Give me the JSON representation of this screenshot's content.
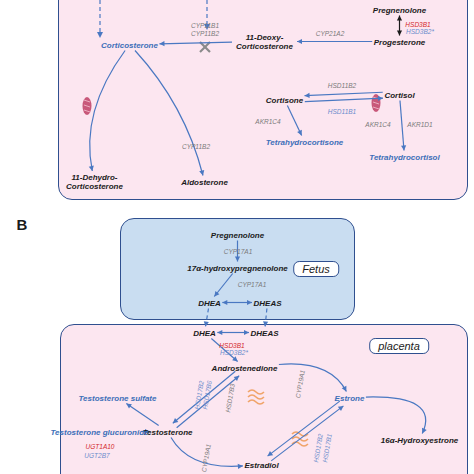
{
  "diagram": {
    "nodes": [
      {
        "text": []
      },
      {
        "text": [
          "Pregnenolone"
        ],
        "in": 0
      },
      {
        "text": [
          "Progesterone"
        ],
        "in": 0
      },
      {
        "text": [
          "11-Deoxy- Corticosterone"
        ],
        "in": 0
      },
      {
        "text": [
          "Corticosterone"
        ],
        "in": 0
      },
      {
        "text": [
          "Cortisone"
        ],
        "in": 0
      },
      {
        "text": [
          "Cortisol"
        ],
        "in": 0
      },
      {
        "text": [
          "Tetrahydrocortisone"
        ],
        "in": 0
      },
      {
        "text": [
          "Tetrahydrocortisol"
        ],
        "in": 0
      },
      {
        "text": [
          "11-Dehydro- Corticosterone"
        ],
        "in": 0
      },
      {
        "text": [
          "Aldosterone"
        ],
        "in": 0
      },
      {
        "text": [
          "Fetus"
        ]
      },
      {
        "text": [
          "Pregnenolone"
        ],
        "in": 11
      },
      {
        "text": [
          "17α-hydroxypregnenolone"
        ],
        "in": 11
      },
      {
        "text": [
          "DHEA"
        ],
        "in": 11
      },
      {
        "text": [
          "DHEAS"
        ],
        "in": 11
      },
      {
        "text": [
          "placenta"
        ]
      },
      {
        "text": [
          "DHEA"
        ],
        "in": 16
      },
      {
        "text": [
          "DHEAS"
        ],
        "in": 16
      },
      {
        "text": [
          "Androstenedione"
        ],
        "in": 16
      },
      {
        "text": [
          "Testosterone sulfate"
        ],
        "in": 16
      },
      {
        "text": [
          "Testosterone"
        ],
        "in": 16
      },
      {
        "text": [
          "Testosterone glucuronide"
        ],
        "in": 16
      },
      {
        "text": [
          "Estrone"
        ],
        "in": 16
      },
      {
        "text": [
          "16α-Hydroxyestrone"
        ],
        "in": 16
      },
      {
        "text": [
          "Estradiol"
        ],
        "in": 16
      }
    ],
    "edges": [
      {
        "from": 1,
        "to": 2,
        "arrow": "both"
      },
      {
        "from": 2,
        "to": 3,
        "arrow": "to",
        "label": "CYP21A2"
      },
      {
        "from": 3,
        "to": 4,
        "arrow": "to",
        "label": "CYP11B1 CYP11B2"
      },
      {
        "from": 6,
        "to": 5,
        "arrow": "to",
        "label": "HSD11B2"
      },
      {
        "from": 5,
        "to": 6,
        "arrow": "to",
        "label": "HSD11B1"
      },
      {
        "from": 5,
        "to": 7,
        "arrow": "to",
        "label": "AKR1C4"
      },
      {
        "from": 6,
        "to": 8,
        "arrow": "to"
      },
      {
        "from": 4,
        "to": 9,
        "arrow": "to"
      },
      {
        "from": 4,
        "to": 10,
        "arrow": "to",
        "label": "CYP11B2"
      },
      {
        "from": 12,
        "to": 13,
        "arrow": "to",
        "label": "CYP17A1"
      },
      {
        "from": 13,
        "to": 14,
        "arrow": "to",
        "label": "CYP17A1"
      },
      {
        "from": 14,
        "to": 15,
        "arrow": "both"
      },
      {
        "from": 14,
        "to": 17,
        "arrow": "to"
      },
      {
        "from": 15,
        "to": 18,
        "arrow": "to"
      },
      {
        "from": 17,
        "to": 18,
        "arrow": "both"
      },
      {
        "from": 17,
        "to": 19,
        "arrow": "to"
      },
      {
        "from": 19,
        "to": 21,
        "arrow": "to"
      },
      {
        "from": 21,
        "to": 19,
        "arrow": "to"
      },
      {
        "from": 21,
        "to": 20,
        "arrow": "to"
      },
      {
        "from": 21,
        "to": 22,
        "arrow": "to"
      },
      {
        "from": 19,
        "to": 23,
        "arrow": "to"
      },
      {
        "from": 21,
        "to": 25,
        "arrow": "to"
      },
      {
        "from": 25,
        "to": 23,
        "arrow": "to"
      },
      {
        "from": 23,
        "to": 25,
        "arrow": "to"
      },
      {
        "from": 23,
        "to": 24,
        "arrow": "to"
      }
    ],
    "labels": [
      "HSD3B1",
      "HSD3B2*",
      "AKR1C4",
      "AKR1D1",
      "B",
      "HSD3B1",
      "HSD3B2*",
      "HSD17B2",
      "HSD17B6",
      "HSD17B3",
      "CYP19A1",
      "CYP19A1",
      "HSD17B2",
      "HSD17B1",
      "UGT1A10",
      "UGT2B7"
    ]
  }
}
